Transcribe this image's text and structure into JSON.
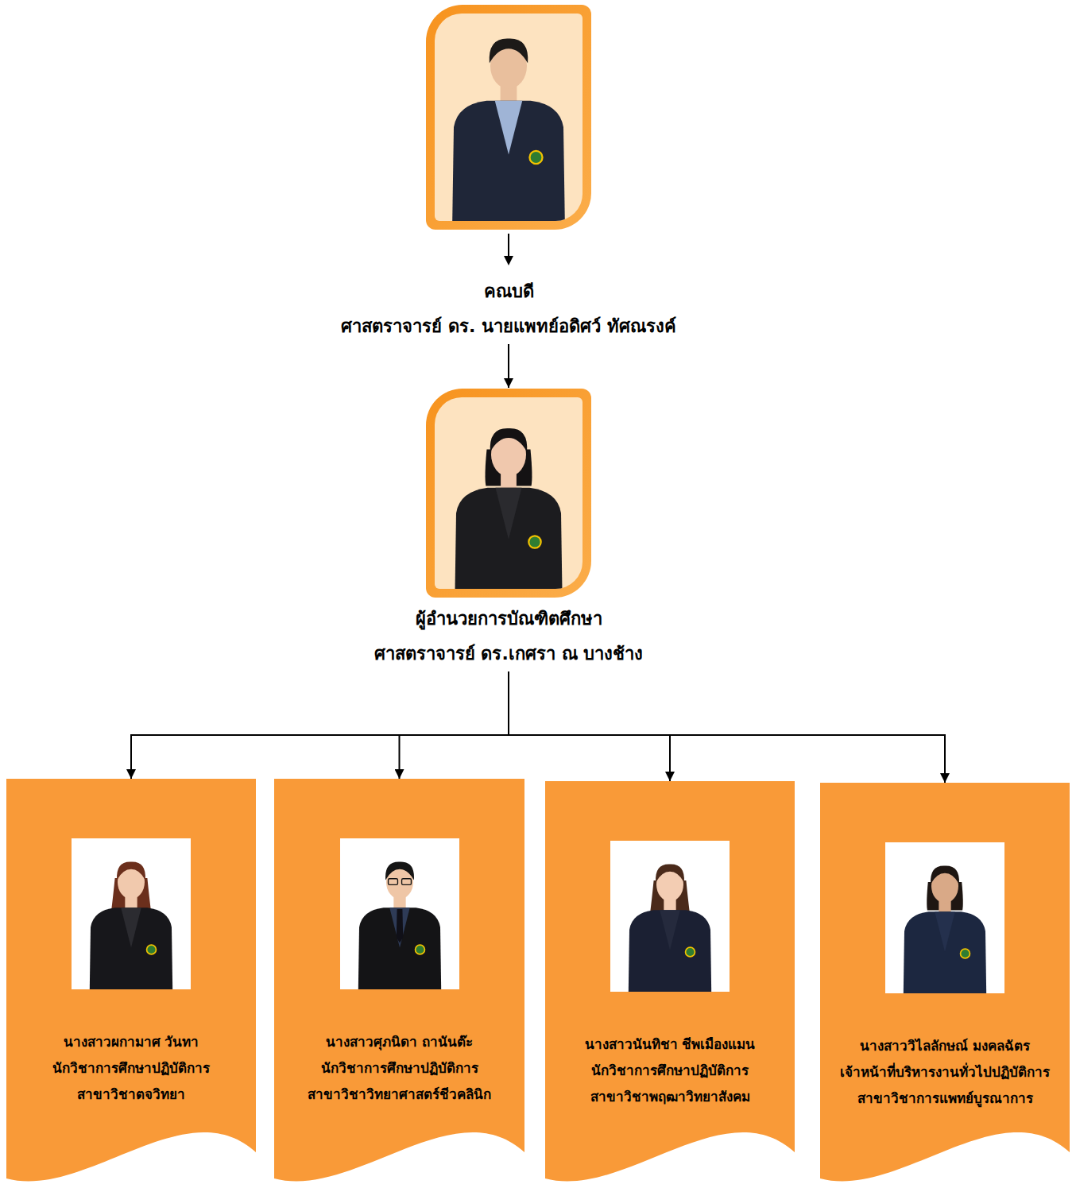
{
  "diagram": {
    "nodes": [
      {
        "text": [
          "คณบดี",
          "ศาสตราจารย์ ดร. นายแพทย์อดิศว์ ทัศณรงค์"
        ]
      },
      {
        "text": [
          "ผู้อำนวยการบัณฑิตศึกษา",
          "ศาสตราจารย์ ดร.เกศรา ณ บางช้าง"
        ]
      },
      {
        "text": [
          "นางสาวผกามาศ วันทา",
          "นักวิชาการศึกษาปฏิบัติการ",
          "สาขาวิชาตจวิทยา"
        ]
      },
      {
        "text": [
          "นางสาวศุภนิดา ถานันต๊ะ",
          "นักวิชาการศึกษาปฏิบัติการ",
          "สาขาวิชาวิทยาศาสตร์ชีวคลินิก"
        ]
      },
      {
        "text": [
          "นางสาวนันทิชา ชีพเมืองแมน",
          "นักวิชาการศึกษาปฏิบัติการ",
          "สาขาวิชาพฤฒาวิทยาสังคม"
        ]
      },
      {
        "text": [
          "นางสาววิไลลักษณ์ มงคลฉัตร",
          "เจ้าหน้าที่บริหารงานทั่วไปปฏิบัติการ",
          "สาขาวิชาการแพทย์บูรณาการ"
        ]
      }
    ],
    "edges": [
      {
        "from": 0,
        "to": 1,
        "arrow": "to"
      },
      {
        "from": 1,
        "to": 2,
        "arrow": "to"
      },
      {
        "from": 1,
        "to": 3,
        "arrow": "to"
      },
      {
        "from": 1,
        "to": 4,
        "arrow": "to"
      },
      {
        "from": 1,
        "to": 5,
        "arrow": "to"
      }
    ]
  }
}
